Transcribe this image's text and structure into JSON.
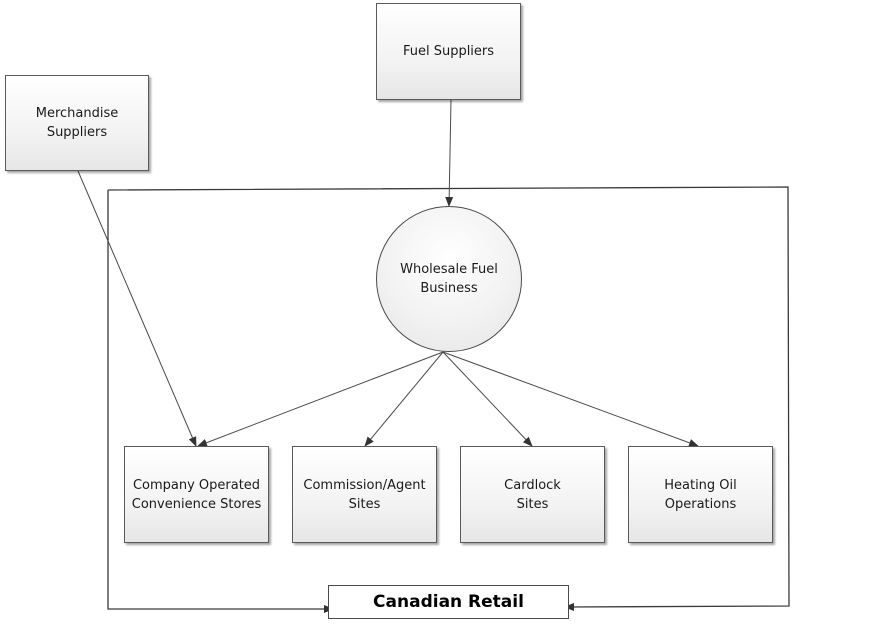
{
  "diagram": {
    "nodes": {
      "fuel_suppliers": "Fuel Suppliers",
      "merchandise_suppliers": "Merchandise\nSuppliers",
      "wholesale": "Wholesale Fuel\nBusiness",
      "company_operated": "Company Operated\nConvenience Stores",
      "commission_agent": "Commission/Agent\nSites",
      "cardlock": "Cardlock\nSites",
      "heating_oil": "Heating Oil\nOperations",
      "canadian_retail": "Canadian Retail"
    },
    "edges": [
      {
        "from": "Fuel Suppliers",
        "to": "Wholesale Fuel Business"
      },
      {
        "from": "Merchandise Suppliers",
        "to": "Company Operated Convenience Stores"
      },
      {
        "from": "Wholesale Fuel Business",
        "to": "Company Operated Convenience Stores"
      },
      {
        "from": "Wholesale Fuel Business",
        "to": "Commission/Agent Sites"
      },
      {
        "from": "Wholesale Fuel Business",
        "to": "Cardlock Sites"
      },
      {
        "from": "Wholesale Fuel Business",
        "to": "Heating Oil Operations"
      },
      {
        "from": "Canadian Retail boundary",
        "to": "Canadian Retail"
      }
    ],
    "colors": {
      "line": "#4a4a4a",
      "box_border": "#5a5a5a"
    }
  }
}
